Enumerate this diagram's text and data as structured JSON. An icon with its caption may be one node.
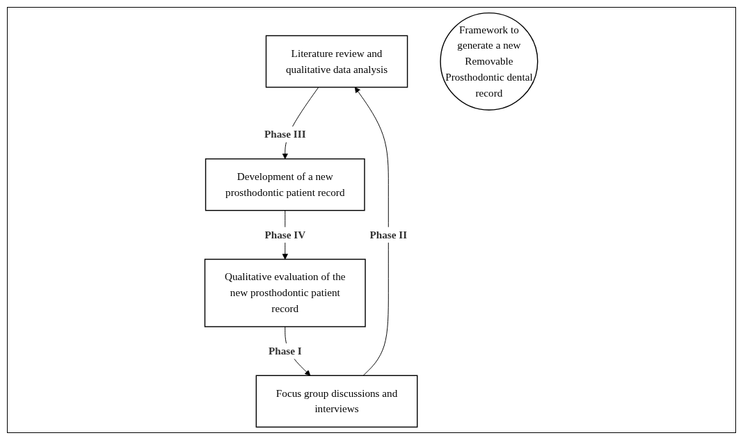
{
  "diagram": {
    "nodes": [
      {
        "text": [
          "Literature review and qualitative data analysis"
        ]
      },
      {
        "text": [
          "Focus group discussions and interviews"
        ]
      },
      {
        "text": [
          "Framework to generate a new Removable Prosthodontic dental record"
        ]
      },
      {
        "text": [
          "Development of a new prosthodontic patient record"
        ]
      },
      {
        "text": [
          "Qualitative evaluation of the new prosthodontic patient record"
        ]
      }
    ],
    "edges": [
      {
        "from": 4,
        "to": 1,
        "arrow": "to",
        "label": "Phase I"
      },
      {
        "from": 1,
        "to": 0,
        "arrow": "to",
        "label": "Phase II"
      },
      {
        "from": 0,
        "to": 3,
        "arrow": "to",
        "label": "Phase III"
      },
      {
        "from": 3,
        "to": 4,
        "arrow": "to",
        "label": "Phase IV"
      }
    ]
  }
}
